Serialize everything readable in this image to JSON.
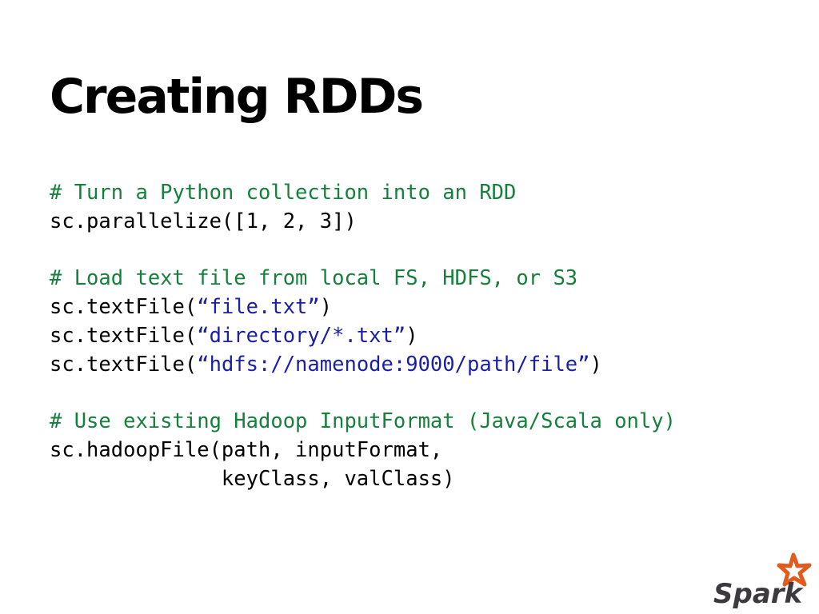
{
  "slide": {
    "title": "Creating RDDs"
  },
  "code": {
    "block1": {
      "comment": "# Turn a Python collection into an RDD",
      "line1": "sc.parallelize([1, 2, 3])"
    },
    "block2": {
      "comment": "# Load text file from local FS, HDFS, or S3",
      "l1_pre": "sc.textFile(",
      "l1_str": "“file.txt”",
      "l1_post": ")",
      "l2_pre": "sc.textFile(",
      "l2_str": "“directory/*.txt”",
      "l2_post": ")",
      "l3_pre": "sc.textFile(",
      "l3_str": "“hdfs://namenode:9000/path/file”",
      "l3_post": ")"
    },
    "block3": {
      "comment": "# Use existing Hadoop InputFormat (Java/Scala only)",
      "line1": "sc.hadoopFile(path, inputFormat,",
      "line2": "              keyClass, valClass)"
    }
  },
  "logo": {
    "text": "Spark",
    "icon": "spark-star-icon",
    "star_color": "#e25a1c",
    "text_color": "#3c3a3e"
  },
  "colors": {
    "comment": "#15803c",
    "string": "#1b1fa6",
    "text": "#000000"
  }
}
